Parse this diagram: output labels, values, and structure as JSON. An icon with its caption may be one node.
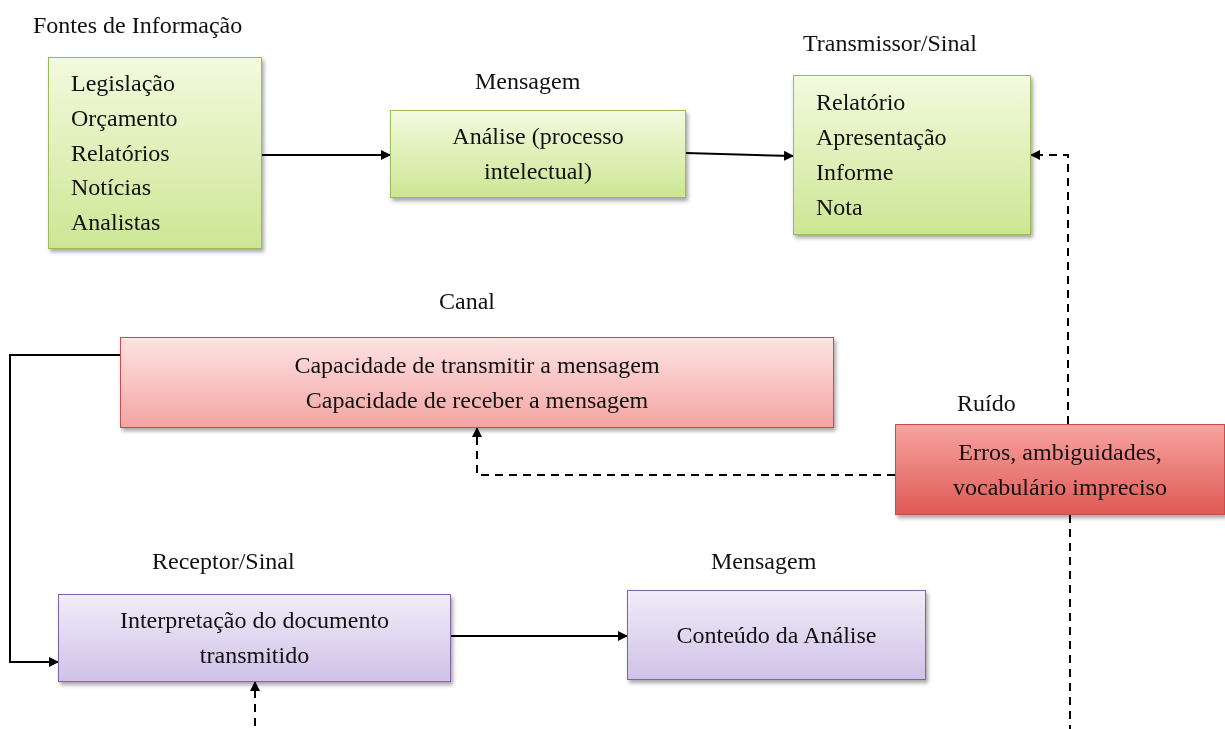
{
  "diagram": {
    "nodes": [
      {
        "text": [
          "Fontes de Informação",
          "Legislação",
          "Orçamento",
          "Relatórios",
          "Notícias",
          "Analistas"
        ]
      },
      {
        "text": [
          "Mensagem",
          "Análise (processo intelectual)"
        ]
      },
      {
        "text": [
          "Transmissor/Sinal",
          "Relatório",
          "Apresentação",
          "Informe",
          "Nota"
        ]
      },
      {
        "text": [
          "Canal",
          "Capacidade de transmitir a mensagem",
          "Capacidade de receber a mensagem"
        ]
      },
      {
        "text": [
          "Ruído",
          "Erros, ambiguidades, vocabulário impreciso"
        ]
      },
      {
        "text": [
          "Receptor/Sinal",
          "Interpretação do documento transmitido"
        ]
      },
      {
        "text": [
          "Mensagem",
          "Conteúdo da Análise"
        ]
      }
    ],
    "edges": [
      {
        "from": 0,
        "to": 1,
        "arrow": "to"
      },
      {
        "from": 1,
        "to": 2,
        "arrow": "to"
      },
      {
        "from": 3,
        "to": 5,
        "arrow": "to"
      },
      {
        "from": 5,
        "to": 6,
        "arrow": "to"
      },
      {
        "from": 4,
        "to": 3,
        "arrow": "to",
        "style": "dashed"
      },
      {
        "from": 4,
        "to": 2,
        "arrow": "to",
        "style": "dashed"
      },
      {
        "from": 4,
        "to": 5,
        "arrow": "to",
        "style": "dashed"
      }
    ]
  }
}
